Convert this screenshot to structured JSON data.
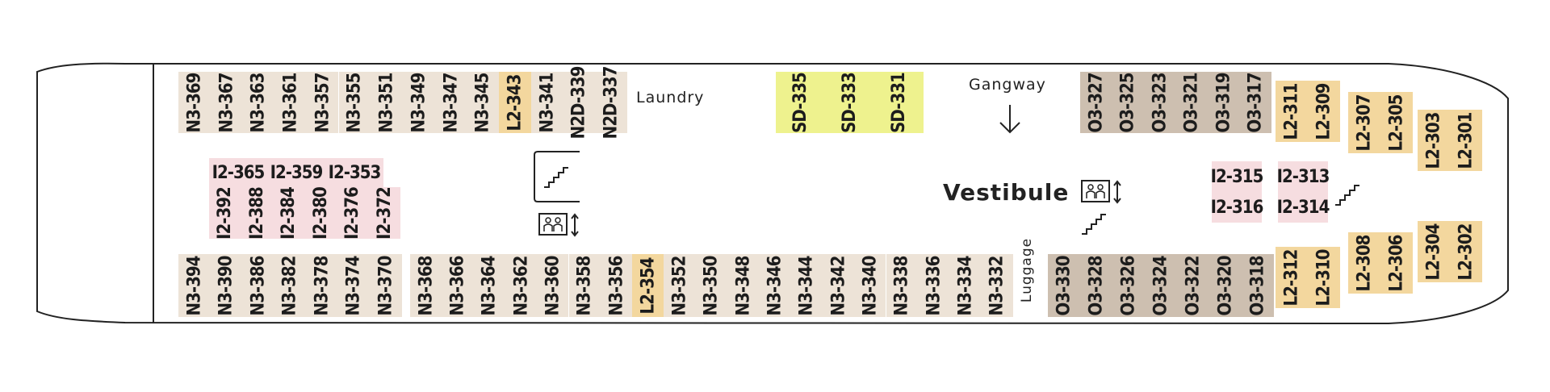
{
  "deck": {
    "labels": {
      "laundry": "Laundry",
      "gangway": "Gangway",
      "vestibule": "Vestibule",
      "luggage": "Luggage"
    },
    "cabins": {
      "n3_top": [
        "N3-369",
        "N3-367",
        "N3-363",
        "N3-361",
        "N3-357",
        "N3-355",
        "N3-351",
        "N3-349",
        "N3-347",
        "N3-345",
        "L2-343",
        "N3-341",
        "N2D-339",
        "N2D-337"
      ],
      "sd_top": [
        "SD-335",
        "SD-333",
        "SD-331"
      ],
      "o3_top": [
        "O3-327",
        "O3-325",
        "O3-323",
        "O3-321",
        "O3-319",
        "O3-317"
      ],
      "l2_top_a": [
        "L2-311",
        "L2-309"
      ],
      "l2_top_b": [
        "L2-307",
        "L2-305"
      ],
      "l2_top_c": [
        "L2-303",
        "L2-301"
      ],
      "i2_horizontal_left": [
        "I2-365",
        "I2-359",
        "I2-353"
      ],
      "i2_vertical_left": [
        "I2-392",
        "I2-388",
        "I2-384",
        "I2-380",
        "I2-376",
        "I2-372"
      ],
      "i2_mid_right": [
        "I2-315",
        "I2-316"
      ],
      "i2_far_right": [
        "I2-313",
        "I2-314"
      ],
      "n3_bottom_left": [
        "N3-394",
        "N3-390",
        "N3-386",
        "N3-382",
        "N3-378",
        "N3-374",
        "N3-370"
      ],
      "n3_bottom_mid": [
        "N3-368",
        "N3-366",
        "N3-364",
        "N3-362",
        "N3-360",
        "N3-358",
        "N3-356",
        "L2-354",
        "N3-352",
        "N3-350",
        "N3-348",
        "N3-346",
        "N3-344",
        "N3-342",
        "N3-340",
        "N3-338",
        "N3-336",
        "N3-334",
        "N3-332"
      ],
      "o3_bottom": [
        "O3-330",
        "O3-328",
        "O3-326",
        "O3-324",
        "O3-322",
        "O3-320",
        "O3-318"
      ],
      "l2_bottom_a": [
        "L2-312",
        "L2-310"
      ],
      "l2_bottom_b": [
        "L2-308",
        "L2-306"
      ],
      "l2_bottom_c": [
        "L2-304",
        "L2-302"
      ]
    },
    "colors": {
      "n3": "#ede3d7",
      "l2": "#f3d79e",
      "i2": "#f6dde0",
      "sd": "#eef28e",
      "o3": "#cdbfb0",
      "hull": "#222222"
    },
    "icons": [
      "stairs-icon",
      "elevator-icon",
      "down-arrow-icon"
    ]
  }
}
